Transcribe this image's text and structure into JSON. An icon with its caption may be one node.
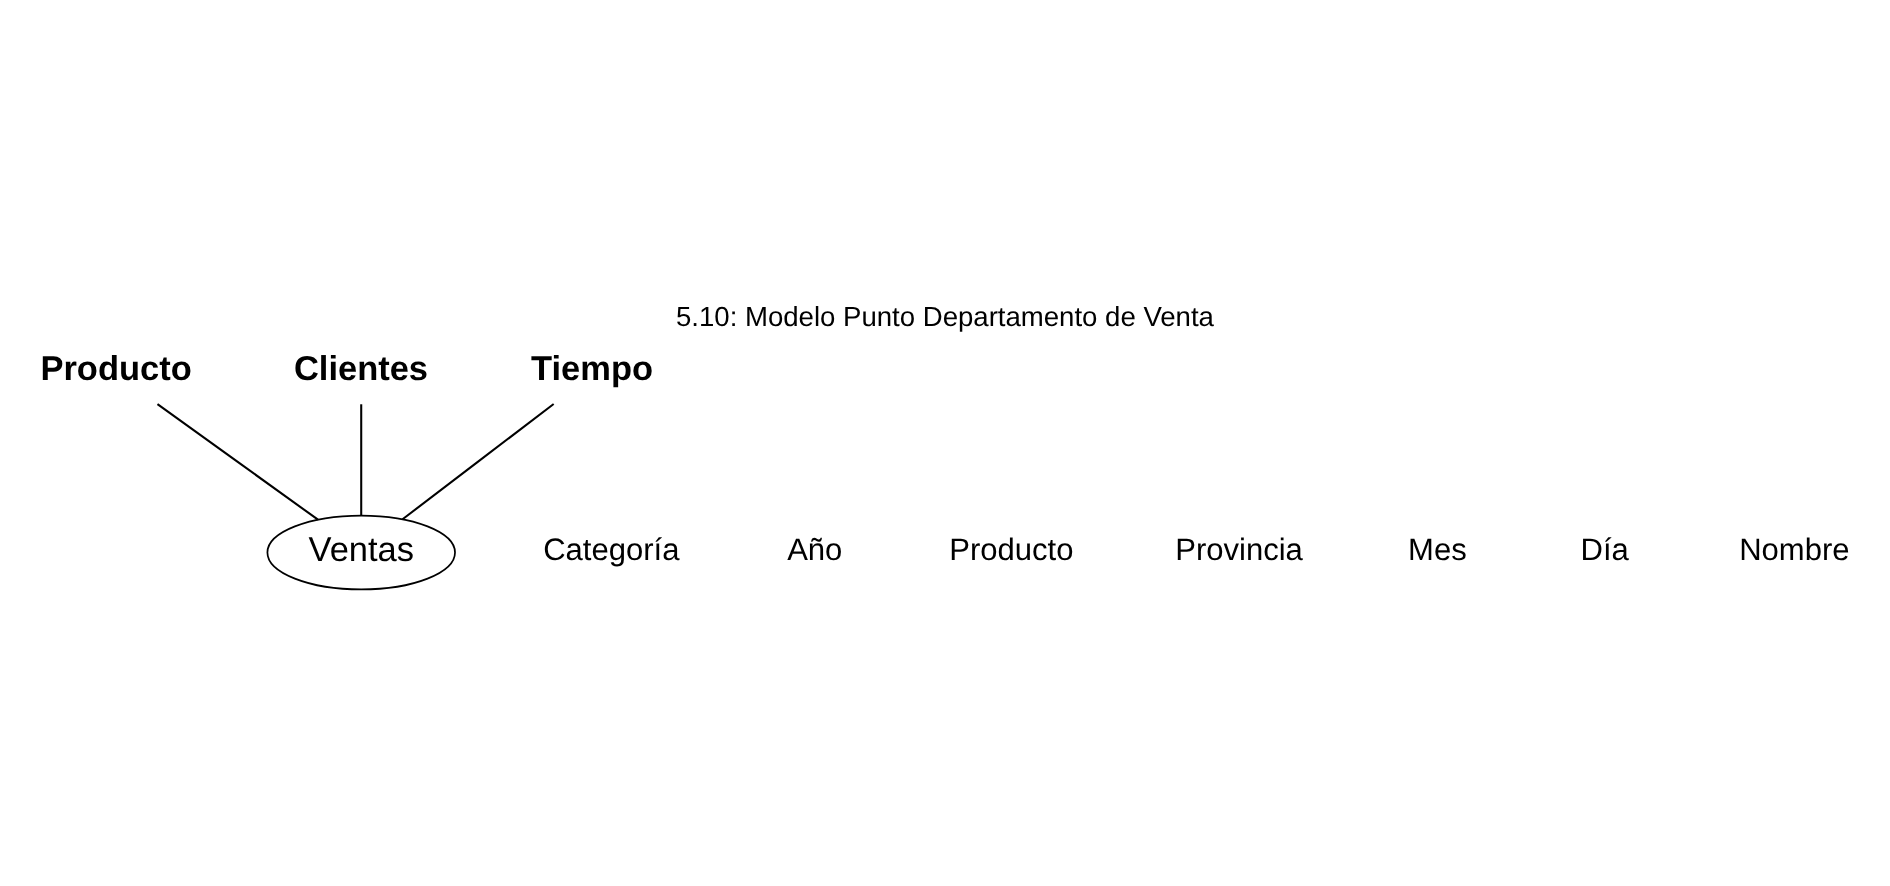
{
  "diagram": {
    "title": "5.10: Modelo Punto Departamento de Venta",
    "nodes": [
      {
        "text": [
          "Producto"
        ]
      },
      {
        "text": [
          "Clientes"
        ]
      },
      {
        "text": [
          "Tiempo"
        ]
      },
      {
        "text": [
          "Ventas"
        ]
      }
    ],
    "edges": [
      {
        "from": 3,
        "to": 0,
        "arrow": "none"
      },
      {
        "from": 3,
        "to": 1,
        "arrow": "none"
      },
      {
        "from": 3,
        "to": 2,
        "arrow": "none"
      }
    ],
    "labels": [
      "Categoría",
      "Año",
      "Producto",
      "Provincia",
      "Mes",
      "Día",
      "Nombre"
    ]
  }
}
